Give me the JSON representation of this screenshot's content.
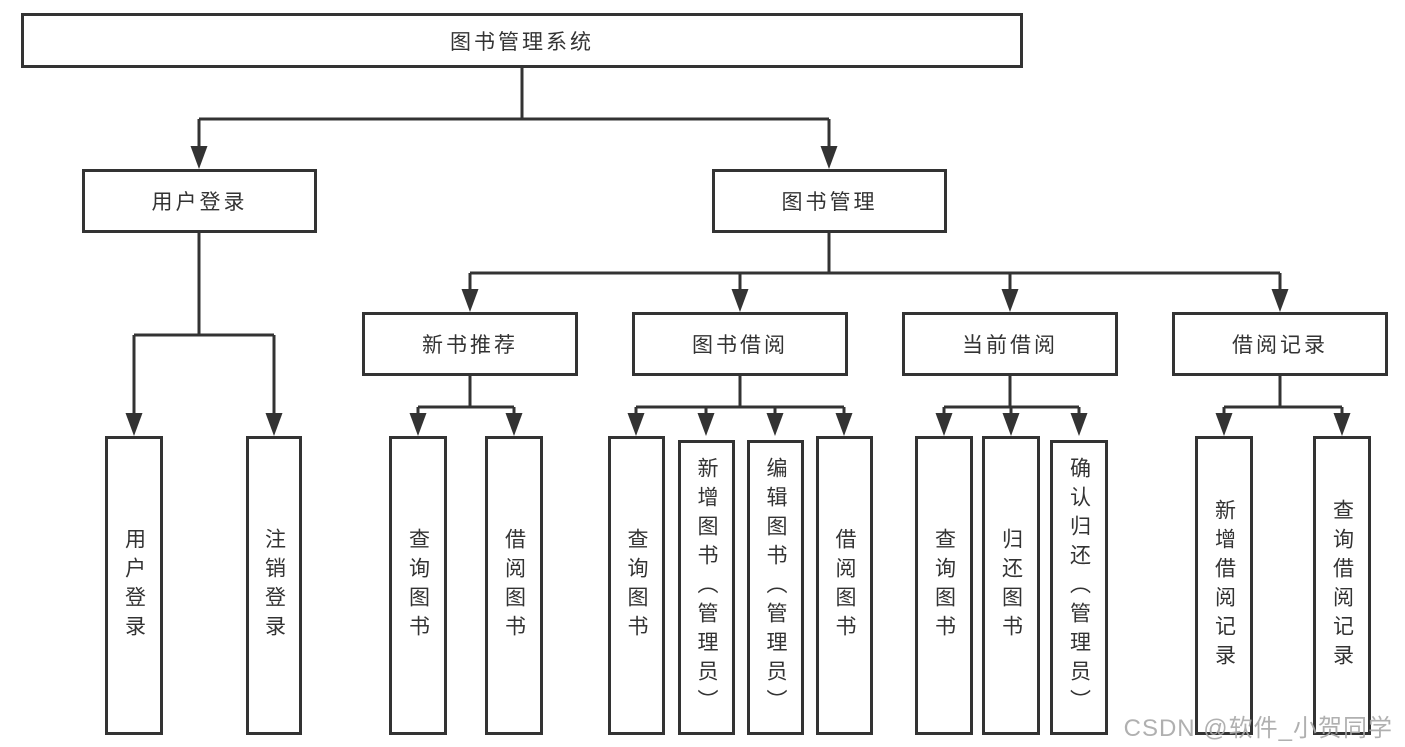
{
  "diagram": {
    "root": {
      "label": "图书管理系统"
    },
    "level2": [
      {
        "id": "user-login",
        "label": "用户登录"
      },
      {
        "id": "book-management",
        "label": "图书管理"
      }
    ],
    "level3": [
      {
        "id": "new-book-recommend",
        "label": "新书推荐",
        "parent": "图书管理"
      },
      {
        "id": "book-borrow",
        "label": "图书借阅",
        "parent": "图书管理"
      },
      {
        "id": "current-borrow",
        "label": "当前借阅",
        "parent": "图书管理"
      },
      {
        "id": "borrow-records",
        "label": "借阅记录",
        "parent": "图书管理"
      }
    ],
    "leaves": [
      {
        "label": "用户登录",
        "parent": "用户登录"
      },
      {
        "label": "注销登录",
        "parent": "用户登录"
      },
      {
        "label": "查询图书",
        "parent": "新书推荐"
      },
      {
        "label": "借阅图书",
        "parent": "新书推荐"
      },
      {
        "label": "查询图书",
        "parent": "图书借阅"
      },
      {
        "label": "新增图书（管理员）",
        "parent": "图书借阅"
      },
      {
        "label": "编辑图书（管理员）",
        "parent": "图书借阅"
      },
      {
        "label": "借阅图书",
        "parent": "图书借阅"
      },
      {
        "label": "查询图书",
        "parent": "当前借阅"
      },
      {
        "label": "归还图书",
        "parent": "当前借阅"
      },
      {
        "label": "确认归还（管理员）",
        "parent": "当前借阅"
      },
      {
        "label": "新增借阅记录",
        "parent": "借阅记录"
      },
      {
        "label": "查询借阅记录",
        "parent": "借阅记录"
      }
    ],
    "watermark": "CSDN @软件_小贺同学",
    "colors": {
      "line": "#333333",
      "box_border": "#333333",
      "box_fill": "#ffffff",
      "text": "#333333",
      "watermark": "#a8a8a8"
    }
  }
}
